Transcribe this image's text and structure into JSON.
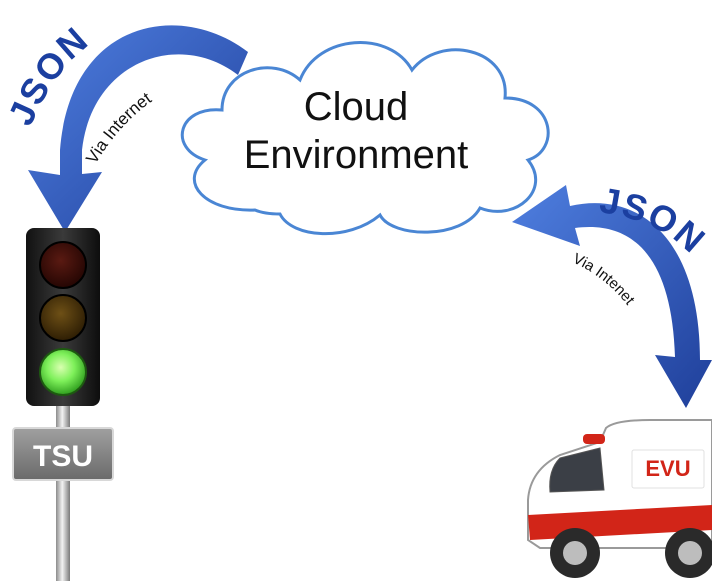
{
  "cloud": {
    "line1": "Cloud",
    "line2": "Environment"
  },
  "left_link": {
    "format": "JSON",
    "transport": "Via Internet"
  },
  "right_link": {
    "format": "JSON",
    "transport": "Via Intenet"
  },
  "tsu": {
    "label": "TSU",
    "active_light": "green"
  },
  "evu": {
    "label": "EVU"
  },
  "colors": {
    "arrow": "#2f57b8",
    "cloud_outline": "#4a86d4",
    "text": "#111111",
    "light_green": "#7ef05a",
    "light_red": "#3a0d08",
    "light_amber": "#4a3409",
    "sign_bg": "#7d7d7d",
    "ambulance_red": "#d22518"
  }
}
